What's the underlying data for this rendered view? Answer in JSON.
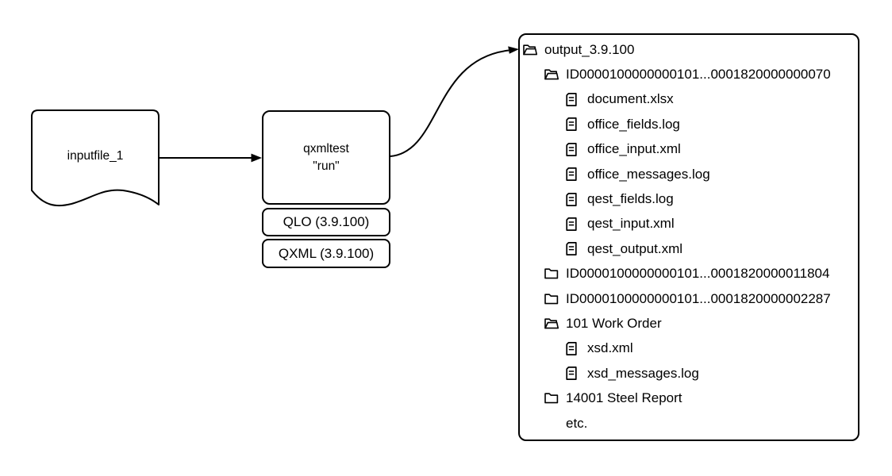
{
  "colors": {
    "background": "#ffffff",
    "shape_fill": "#ffffff",
    "stroke": "#000000",
    "text": "#000000"
  },
  "nodes": {
    "input_file": {
      "label": "inputfile_1"
    },
    "process": {
      "line1": "qxmltest",
      "line2": "\"run\""
    },
    "qlo": {
      "label": "QLO (3.9.100)"
    },
    "qxml": {
      "label": "QXML (3.9.100)"
    }
  },
  "connectors": {
    "input_to_process": "arrow",
    "process_to_output": "curved-arrow"
  },
  "tree": {
    "items": [
      {
        "label": "output_3.9.100",
        "level": 0,
        "icon": "folder-open-icon"
      },
      {
        "label": "ID0000100000000101...0001820000000070",
        "level": 1,
        "icon": "folder-open-icon"
      },
      {
        "label": "document.xlsx",
        "level": 2,
        "icon": "file-icon"
      },
      {
        "label": "office_fields.log",
        "level": 2,
        "icon": "file-icon"
      },
      {
        "label": "office_input.xml",
        "level": 2,
        "icon": "file-icon"
      },
      {
        "label": "office_messages.log",
        "level": 2,
        "icon": "file-icon"
      },
      {
        "label": "qest_fields.log",
        "level": 2,
        "icon": "file-icon"
      },
      {
        "label": "qest_input.xml",
        "level": 2,
        "icon": "file-icon"
      },
      {
        "label": "qest_output.xml",
        "level": 2,
        "icon": "file-icon"
      },
      {
        "label": "ID0000100000000101...0001820000011804",
        "level": 1,
        "icon": "folder-closed-icon"
      },
      {
        "label": "ID0000100000000101...0001820000002287",
        "level": 1,
        "icon": "folder-closed-icon"
      },
      {
        "label": "101 Work Order",
        "level": 1,
        "icon": "folder-open-icon"
      },
      {
        "label": "xsd.xml",
        "level": 2,
        "icon": "file-icon"
      },
      {
        "label": "xsd_messages.log",
        "level": 2,
        "icon": "file-icon"
      },
      {
        "label": "14001 Steel Report",
        "level": 1,
        "icon": "folder-closed-icon"
      },
      {
        "label": "etc.",
        "level": 1,
        "icon": "no-icon"
      }
    ]
  }
}
